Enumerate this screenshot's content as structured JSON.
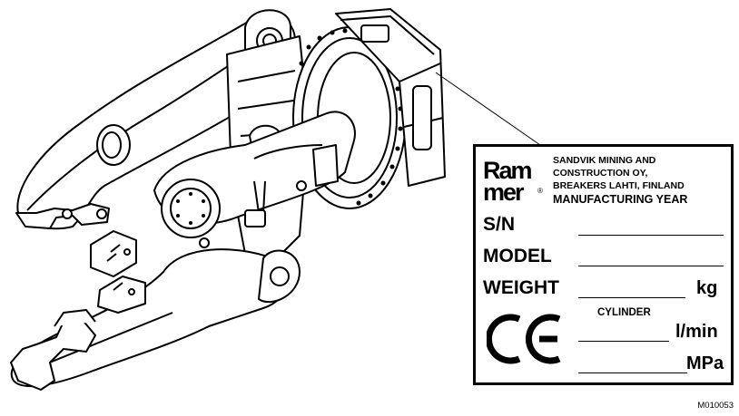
{
  "plate": {
    "logo_line1": "Ram",
    "logo_line2": "mer",
    "logo_reg": "®",
    "company_lines": [
      "SANDVIK MINING AND",
      "CONSTRUCTION OY,",
      "BREAKERS LAHTI, FINLAND"
    ],
    "manufacturing_year_label": "MANUFACTURING YEAR",
    "sn_label": "S/N",
    "model_label": "MODEL",
    "weight_label": "WEIGHT",
    "weight_unit": "kg",
    "cylinder_label": "CYLINDER",
    "flow_unit": "l/min",
    "pressure_unit": "MPa",
    "ce_mark": "CE"
  },
  "drawing_code": "M010053",
  "colors": {
    "ink": "#000000",
    "paper": "#ffffff"
  }
}
